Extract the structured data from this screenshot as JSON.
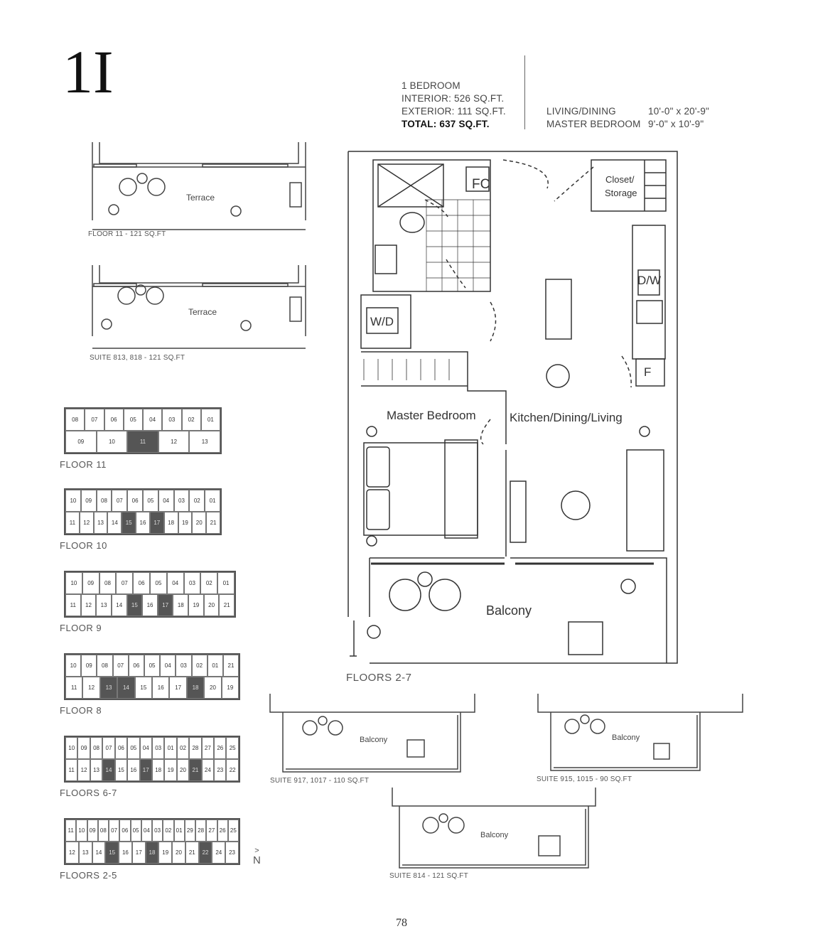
{
  "suite": "1I",
  "unit_info": {
    "type": "1 BEDROOM",
    "interior": "INTERIOR: 526 SQ.FT.",
    "exterior": "EXTERIOR: 111 SQ.FT.",
    "total": "TOTAL: 637 SQ.FT."
  },
  "dimensions": [
    {
      "room": "LIVING/DINING",
      "size": "10'-0\" x 20'-9\""
    },
    {
      "room": "MASTER BEDROOM",
      "size": "9'-0\" x 10'-9\""
    }
  ],
  "plan": {
    "rooms": {
      "fc": "FC",
      "closet1": "Closet/",
      "closet2": "Storage",
      "dw": "D/W",
      "wd": "W/D",
      "fridge": "F",
      "bedroom": "Master Bedroom",
      "kitchen": "Kitchen/Dining/Living",
      "balcony": "Balcony"
    },
    "caption": "FLOORS 2-7"
  },
  "terraces": [
    {
      "label": "Terrace",
      "caption": "FLOOR 11 - 121 SQ.FT"
    },
    {
      "label": "Terrace",
      "caption": "SUITE 813, 818 - 121 SQ.FT"
    }
  ],
  "balconies": [
    {
      "label": "Balcony",
      "caption": "SUITE 917, 1017 - 110 SQ.FT"
    },
    {
      "label": "Balcony",
      "caption": "SUITE 915, 1015 - 90 SQ.FT"
    },
    {
      "label": "Balcony",
      "caption": "SUITE 814 - 121 SQ.FT"
    }
  ],
  "key_plates": [
    {
      "label": "FLOOR 11",
      "top": [
        "08",
        "07",
        "06",
        "05",
        "04",
        "03",
        "02",
        "01"
      ],
      "bottom": [
        "09",
        "10",
        "11",
        "12",
        "13"
      ],
      "highlight": [
        "11"
      ]
    },
    {
      "label": "FLOOR 10",
      "top": [
        "10",
        "09",
        "08",
        "07",
        "06",
        "05",
        "04",
        "03",
        "02",
        "01"
      ],
      "bottom": [
        "11",
        "12",
        "13",
        "14",
        "15",
        "16",
        "17",
        "18",
        "19",
        "20",
        "21"
      ],
      "highlight": [
        "15",
        "17"
      ]
    },
    {
      "label": "FLOOR 9",
      "top": [
        "10",
        "09",
        "08",
        "07",
        "06",
        "05",
        "04",
        "03",
        "02",
        "01"
      ],
      "bottom": [
        "11",
        "12",
        "13",
        "14",
        "15",
        "16",
        "17",
        "18",
        "19",
        "20",
        "21"
      ],
      "highlight": [
        "15",
        "17"
      ]
    },
    {
      "label": "FLOOR 8",
      "top": [
        "10",
        "09",
        "08",
        "07",
        "06",
        "05",
        "04",
        "03",
        "02",
        "01",
        "21"
      ],
      "bottom": [
        "11",
        "12",
        "13",
        "14",
        "15",
        "16",
        "17",
        "18",
        "20",
        "19"
      ],
      "highlight": [
        "13",
        "14",
        "18"
      ]
    },
    {
      "label": "FLOORS 6-7",
      "top": [
        "10",
        "09",
        "08",
        "07",
        "06",
        "05",
        "04",
        "03",
        "01",
        "02",
        "28",
        "27",
        "26",
        "25"
      ],
      "bottom": [
        "11",
        "12",
        "13",
        "14",
        "15",
        "16",
        "17",
        "18",
        "19",
        "20",
        "21",
        "24",
        "23",
        "22"
      ],
      "highlight": [
        "14",
        "17",
        "21"
      ]
    },
    {
      "label": "FLOORS 2-5",
      "top": [
        "11",
        "10",
        "09",
        "08",
        "07",
        "06",
        "05",
        "04",
        "03",
        "02",
        "01",
        "29",
        "28",
        "27",
        "26",
        "25"
      ],
      "bottom": [
        "12",
        "13",
        "14",
        "15",
        "16",
        "17",
        "18",
        "19",
        "20",
        "21",
        "22",
        "24",
        "23"
      ],
      "highlight": [
        "15",
        "18",
        "22"
      ]
    }
  ],
  "north": "N",
  "page_number": "78"
}
